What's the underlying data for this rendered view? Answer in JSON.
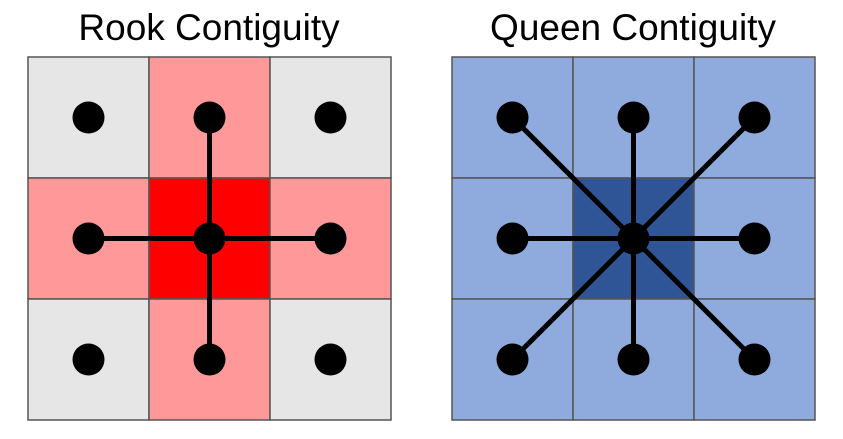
{
  "panels": {
    "rook": {
      "title": "Rook Contiguity",
      "colors": {
        "center": "#ff0000",
        "neighbor": "#ff9999",
        "other": "#e6e6e6",
        "grid": "#555555"
      },
      "cell_roles": [
        [
          "other",
          "neighbor",
          "other"
        ],
        [
          "neighbor",
          "center",
          "neighbor"
        ],
        [
          "other",
          "neighbor",
          "other"
        ]
      ],
      "links": [
        [
          0,
          1
        ],
        [
          1,
          0
        ],
        [
          1,
          2
        ],
        [
          2,
          1
        ]
      ]
    },
    "queen": {
      "title": "Queen Contiguity",
      "colors": {
        "center": "#2f5597",
        "neighbor": "#8faadc",
        "other": "#8faadc",
        "grid": "#555555"
      },
      "cell_roles": [
        [
          "neighbor",
          "neighbor",
          "neighbor"
        ],
        [
          "neighbor",
          "center",
          "neighbor"
        ],
        [
          "neighbor",
          "neighbor",
          "neighbor"
        ]
      ],
      "links": [
        [
          0,
          0
        ],
        [
          0,
          1
        ],
        [
          0,
          2
        ],
        [
          1,
          0
        ],
        [
          1,
          2
        ],
        [
          2,
          0
        ],
        [
          2,
          1
        ],
        [
          2,
          2
        ]
      ]
    }
  },
  "node_color": "#000000",
  "link_color": "#000000"
}
